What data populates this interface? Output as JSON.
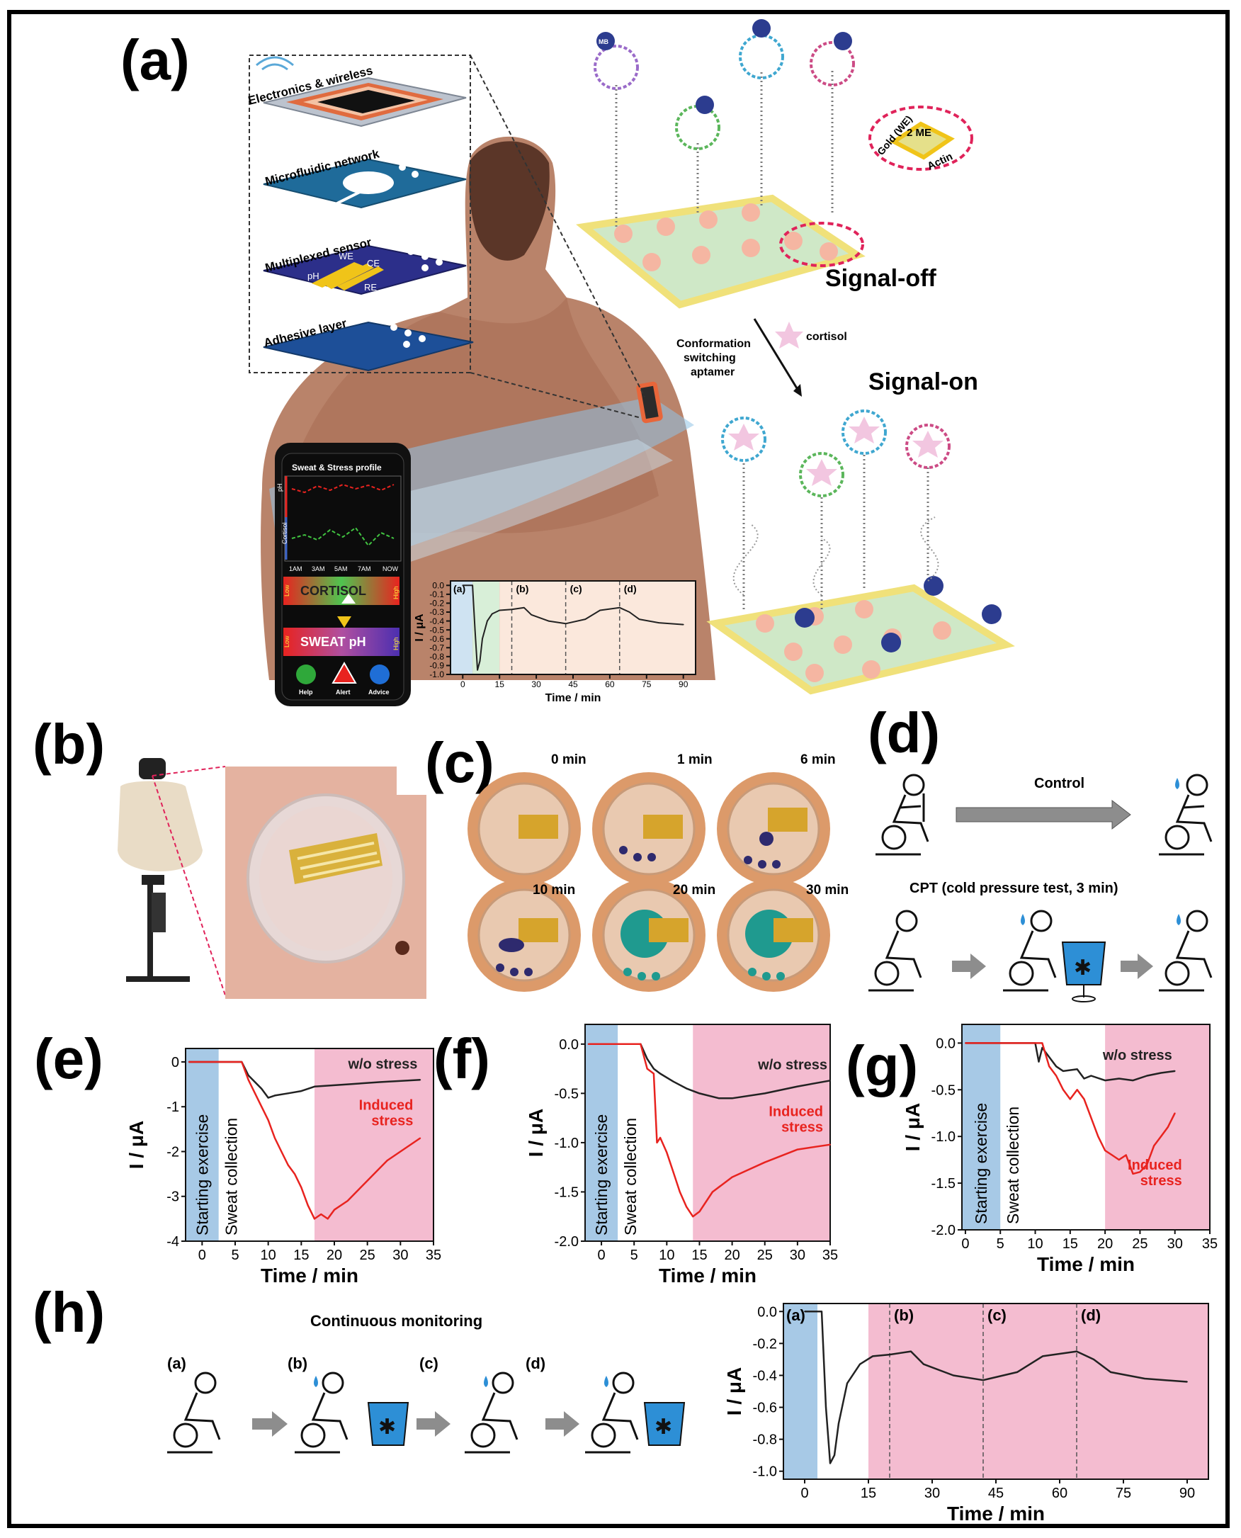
{
  "panels": {
    "a": {
      "label": "(a)",
      "layers": [
        "Electronics & wireless",
        "Microfluidic network",
        "Multiplexed sensor",
        "Adhesive layer"
      ],
      "electrodes": [
        "pH",
        "WE",
        "CE",
        "RE"
      ],
      "mb": "MB",
      "inset": {
        "me": "2 ME",
        "gold": "Gold (WE)",
        "actin": "Actin"
      },
      "signal_off": "Signal-off",
      "signal_on": "Signal-on",
      "conformation": [
        "Conformation",
        "switching",
        "aptamer"
      ],
      "cortisol": "cortisol",
      "phone": {
        "title": "Sweat & Stress profile",
        "ph_axis": "pH",
        "cortisol_axis": "Cortisol",
        "times": [
          "1AM",
          "3AM",
          "5AM",
          "7AM",
          "NOW"
        ],
        "cortisol_bar": {
          "low": "Low",
          "label": "CORTISOL",
          "high": "High"
        },
        "ph_bar": {
          "low": "Low",
          "label": "SWEAT pH",
          "high": "High"
        },
        "buttons": [
          "Help",
          "Alert",
          "Advice"
        ]
      }
    },
    "b": {
      "label": "(b)"
    },
    "c": {
      "label": "(c)",
      "times": [
        "0 min",
        "1 min",
        "6 min",
        "10 min",
        "20 min",
        "30 min"
      ]
    },
    "d": {
      "label": "(d)",
      "control": "Control",
      "cpt": "CPT (cold pressure test, 3 min)"
    },
    "e": {
      "label": "(e)"
    },
    "f": {
      "label": "(f)"
    },
    "g": {
      "label": "(g)"
    },
    "h": {
      "label": "(h)",
      "title": "Continuous monitoring",
      "steps": [
        "(a)",
        "(b)",
        "(c)",
        "(d)"
      ]
    }
  },
  "colors": {
    "blue_band": "#a7c9e6",
    "pink_band": "#f4bcd0",
    "red": "#e8231f",
    "black": "#222222",
    "dark_blue": "#2c2f8a",
    "mb_blue": "#2c3c8f"
  },
  "chart_data": [
    {
      "id": "a-inset",
      "type": "line",
      "ylabel": "I / μA",
      "xlabel": "Time / min",
      "xlim": [
        -5,
        95
      ],
      "ylim": [
        -1.0,
        0.05
      ],
      "xticks": [
        "0",
        "15",
        "30",
        "45",
        "60",
        "75",
        "90"
      ],
      "yticks": [
        "0.0",
        "-0.1",
        "-0.2",
        "-0.3",
        "-0.4",
        "-0.5",
        "-0.6",
        "-0.7",
        "-0.8",
        "-0.9",
        "-1.0"
      ],
      "bands": [
        {
          "from": -5,
          "to": 4,
          "color": "#cfe3f2"
        },
        {
          "from": 4,
          "to": 15,
          "color": "#d8efd8"
        },
        {
          "from": 15,
          "to": 95,
          "color": "#fbe8dc"
        }
      ],
      "markers": [
        {
          "x": 20,
          "label": "(b)"
        },
        {
          "x": 42,
          "label": "(c)"
        },
        {
          "x": 64,
          "label": "(d)"
        }
      ],
      "start_label": "(a)",
      "series": [
        {
          "color": "#222222",
          "points": [
            [
              0,
              0
            ],
            [
              4,
              0
            ],
            [
              5,
              -0.5
            ],
            [
              6,
              -0.95
            ],
            [
              7,
              -0.85
            ],
            [
              8,
              -0.6
            ],
            [
              10,
              -0.4
            ],
            [
              12,
              -0.32
            ],
            [
              15,
              -0.28
            ],
            [
              20,
              -0.27
            ],
            [
              25,
              -0.25
            ],
            [
              28,
              -0.33
            ],
            [
              35,
              -0.4
            ],
            [
              42,
              -0.43
            ],
            [
              50,
              -0.38
            ],
            [
              56,
              -0.28
            ],
            [
              64,
              -0.25
            ],
            [
              68,
              -0.3
            ],
            [
              72,
              -0.38
            ],
            [
              80,
              -0.42
            ],
            [
              90,
              -0.44
            ]
          ]
        }
      ]
    },
    {
      "id": "e",
      "type": "line",
      "ylabel": "I / μA",
      "xlabel": "Time / min",
      "xlim": [
        -2.5,
        35
      ],
      "ylim": [
        -4,
        0.3
      ],
      "xticks": [
        "0",
        "5",
        "10",
        "15",
        "20",
        "25",
        "30",
        "35"
      ],
      "yticks": [
        "0",
        "-1",
        "-2",
        "-3",
        "-4"
      ],
      "band_blue": [
        -2.5,
        2.5
      ],
      "band_pink": [
        17,
        35
      ],
      "band_text": [
        "Starting exercise",
        "Sweat collection"
      ],
      "series": [
        {
          "name": "w/o stress",
          "color": "#222222",
          "points": [
            [
              -2,
              0
            ],
            [
              6,
              0
            ],
            [
              7,
              -0.3
            ],
            [
              9,
              -0.6
            ],
            [
              10,
              -0.8
            ],
            [
              11,
              -0.75
            ],
            [
              13,
              -0.7
            ],
            [
              15,
              -0.65
            ],
            [
              17,
              -0.55
            ],
            [
              22,
              -0.5
            ],
            [
              27,
              -0.45
            ],
            [
              33,
              -0.4
            ]
          ]
        },
        {
          "name": "Induced stress",
          "color": "#e8231f",
          "points": [
            [
              -2,
              0
            ],
            [
              6,
              0
            ],
            [
              7,
              -0.4
            ],
            [
              8,
              -0.7
            ],
            [
              9,
              -1.0
            ],
            [
              10,
              -1.3
            ],
            [
              11,
              -1.7
            ],
            [
              12,
              -2.0
            ],
            [
              13,
              -2.3
            ],
            [
              14,
              -2.5
            ],
            [
              15,
              -2.8
            ],
            [
              16,
              -3.2
            ],
            [
              17,
              -3.5
            ],
            [
              18,
              -3.4
            ],
            [
              19,
              -3.5
            ],
            [
              20,
              -3.3
            ],
            [
              22,
              -3.1
            ],
            [
              24,
              -2.8
            ],
            [
              26,
              -2.5
            ],
            [
              28,
              -2.2
            ],
            [
              30,
              -2.0
            ],
            [
              33,
              -1.7
            ]
          ]
        }
      ]
    },
    {
      "id": "f",
      "type": "line",
      "ylabel": "I / μA",
      "xlabel": "Time / min",
      "xlim": [
        -2.5,
        35
      ],
      "ylim": [
        -2.0,
        0.2
      ],
      "xticks": [
        "0",
        "5",
        "10",
        "15",
        "20",
        "25",
        "30",
        "35"
      ],
      "yticks": [
        "0.0",
        "-0.5",
        "-1.0",
        "-1.5",
        "-2.0"
      ],
      "band_blue": [
        -2.5,
        2.5
      ],
      "band_pink": [
        14,
        35
      ],
      "band_text": [
        "Starting exercise",
        "Sweat collection"
      ],
      "series": [
        {
          "name": "w/o stress",
          "color": "#222222",
          "points": [
            [
              -2,
              0
            ],
            [
              6,
              0
            ],
            [
              7,
              -0.15
            ],
            [
              8,
              -0.25
            ],
            [
              9,
              -0.3
            ],
            [
              11,
              -0.38
            ],
            [
              13,
              -0.45
            ],
            [
              15,
              -0.5
            ],
            [
              18,
              -0.55
            ],
            [
              20,
              -0.55
            ],
            [
              25,
              -0.5
            ],
            [
              30,
              -0.43
            ],
            [
              35,
              -0.37
            ]
          ]
        },
        {
          "name": "Induced stress",
          "color": "#e8231f",
          "points": [
            [
              -2,
              0
            ],
            [
              6,
              0
            ],
            [
              7,
              -0.25
            ],
            [
              8,
              -0.3
            ],
            [
              8.5,
              -1.0
            ],
            [
              9,
              -0.95
            ],
            [
              10,
              -1.1
            ],
            [
              11,
              -1.3
            ],
            [
              12,
              -1.5
            ],
            [
              13,
              -1.65
            ],
            [
              14,
              -1.75
            ],
            [
              15,
              -1.7
            ],
            [
              17,
              -1.5
            ],
            [
              20,
              -1.35
            ],
            [
              25,
              -1.2
            ],
            [
              30,
              -1.07
            ],
            [
              35,
              -1.02
            ]
          ]
        }
      ]
    },
    {
      "id": "g",
      "type": "line",
      "ylabel": "I / μA",
      "xlabel": "Time / min",
      "xlim": [
        -0.5,
        35
      ],
      "ylim": [
        -2.0,
        0.2
      ],
      "xticks": [
        "0",
        "5",
        "10",
        "15",
        "20",
        "25",
        "30",
        "35"
      ],
      "yticks": [
        "0.0",
        "-0.5",
        "-1.0",
        "-1.5",
        "-2.0"
      ],
      "band_blue": [
        -0.5,
        5
      ],
      "band_pink": [
        20,
        35
      ],
      "band_text": [
        "Starting exercise",
        "Sweat collection"
      ],
      "series": [
        {
          "name": "w/o stress",
          "color": "#222222",
          "points": [
            [
              0,
              0
            ],
            [
              10,
              0
            ],
            [
              10.5,
              -0.2
            ],
            [
              11,
              -0.05
            ],
            [
              12,
              -0.15
            ],
            [
              13,
              -0.25
            ],
            [
              14,
              -0.3
            ],
            [
              16,
              -0.28
            ],
            [
              17,
              -0.38
            ],
            [
              18,
              -0.35
            ],
            [
              20,
              -0.4
            ],
            [
              22,
              -0.38
            ],
            [
              24,
              -0.4
            ],
            [
              26,
              -0.35
            ],
            [
              28,
              -0.32
            ],
            [
              30,
              -0.3
            ]
          ]
        },
        {
          "name": "Induced stress",
          "color": "#e8231f",
          "points": [
            [
              0,
              0
            ],
            [
              11,
              0
            ],
            [
              12,
              -0.25
            ],
            [
              13,
              -0.35
            ],
            [
              14,
              -0.5
            ],
            [
              15,
              -0.6
            ],
            [
              16,
              -0.5
            ],
            [
              17,
              -0.6
            ],
            [
              18,
              -0.8
            ],
            [
              19,
              -1.0
            ],
            [
              20,
              -1.15
            ],
            [
              21,
              -1.2
            ],
            [
              22,
              -1.25
            ],
            [
              23,
              -1.2
            ],
            [
              24,
              -1.4
            ],
            [
              25,
              -1.38
            ],
            [
              26,
              -1.3
            ],
            [
              27,
              -1.1
            ],
            [
              28,
              -1.0
            ],
            [
              29,
              -0.9
            ],
            [
              30,
              -0.75
            ]
          ]
        }
      ]
    },
    {
      "id": "h",
      "type": "line",
      "ylabel": "I / μA",
      "xlabel": "Time / min",
      "xlim": [
        -5,
        95
      ],
      "ylim": [
        -1.05,
        0.05
      ],
      "xticks": [
        "0",
        "15",
        "30",
        "45",
        "60",
        "75",
        "90"
      ],
      "yticks": [
        "0.0",
        "-0.2",
        "-0.4",
        "-0.6",
        "-0.8",
        "-1.0"
      ],
      "band_blue": [
        -5,
        3
      ],
      "band_pink": [
        15,
        95
      ],
      "markers": [
        {
          "x": 20,
          "label": "(b)"
        },
        {
          "x": 42,
          "label": "(c)"
        },
        {
          "x": 64,
          "label": "(d)"
        }
      ],
      "start_label": "(a)",
      "series": [
        {
          "color": "#222222",
          "points": [
            [
              0,
              0
            ],
            [
              4,
              0
            ],
            [
              5,
              -0.6
            ],
            [
              6,
              -0.95
            ],
            [
              7,
              -0.9
            ],
            [
              8,
              -0.7
            ],
            [
              10,
              -0.45
            ],
            [
              13,
              -0.33
            ],
            [
              16,
              -0.28
            ],
            [
              20,
              -0.27
            ],
            [
              25,
              -0.25
            ],
            [
              28,
              -0.33
            ],
            [
              35,
              -0.4
            ],
            [
              42,
              -0.43
            ],
            [
              50,
              -0.38
            ],
            [
              56,
              -0.28
            ],
            [
              64,
              -0.25
            ],
            [
              68,
              -0.3
            ],
            [
              72,
              -0.38
            ],
            [
              80,
              -0.42
            ],
            [
              90,
              -0.44
            ]
          ]
        }
      ]
    }
  ]
}
